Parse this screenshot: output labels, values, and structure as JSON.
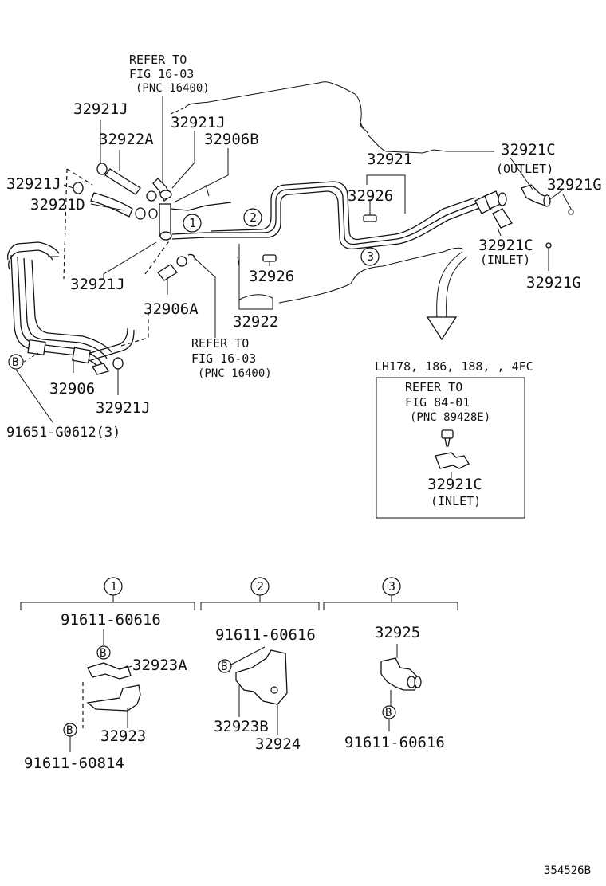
{
  "refs": {
    "top": [
      "REFER TO",
      "FIG 16-03",
      "(PNC 16400)"
    ],
    "mid": [
      "REFER TO",
      "FIG 16-03",
      "(PNC 16400)"
    ]
  },
  "labels": {
    "p32921J_a": "32921J",
    "p32921J_b": "32921J",
    "p32922A": "32922A",
    "p32906B": "32906B",
    "p32921J_c": "32921J",
    "p32921D": "32921D",
    "p32921J_d": "32921J",
    "p32906A": "32906A",
    "p32906": "32906",
    "p32921J_e": "32921J",
    "p91651": "91651-G0612(3)",
    "p32921": "32921",
    "p32926_a": "32926",
    "p32926_b": "32926",
    "p32922": "32922",
    "p32921C_out": "32921C",
    "outlet": "(OUTLET)",
    "p32921G_a": "32921G",
    "p32921C_in": "32921C",
    "inlet": "(INLET)",
    "p32921G_b": "32921G"
  },
  "callouts": [
    "1",
    "2",
    "3"
  ],
  "fastener_symbol": "B",
  "inset": {
    "heading": "LH178, 186, 188, , 4FC",
    "ref": [
      "REFER TO",
      "FIG 84-01",
      "(PNC 89428E)"
    ],
    "part": "32921C",
    "inlet": "(INLET)"
  },
  "detail1": {
    "num": "1",
    "bolt_top": "91611-60616",
    "clip": "32923A",
    "bracket": "32923",
    "bolt_bottom": "91611-60814"
  },
  "detail2": {
    "num": "2",
    "bolt": "91611-60616",
    "clip": "32923B",
    "bracket": "32924"
  },
  "detail3": {
    "num": "3",
    "clamp": "32925",
    "bolt": "91611-60616"
  },
  "image_code": "354526B"
}
